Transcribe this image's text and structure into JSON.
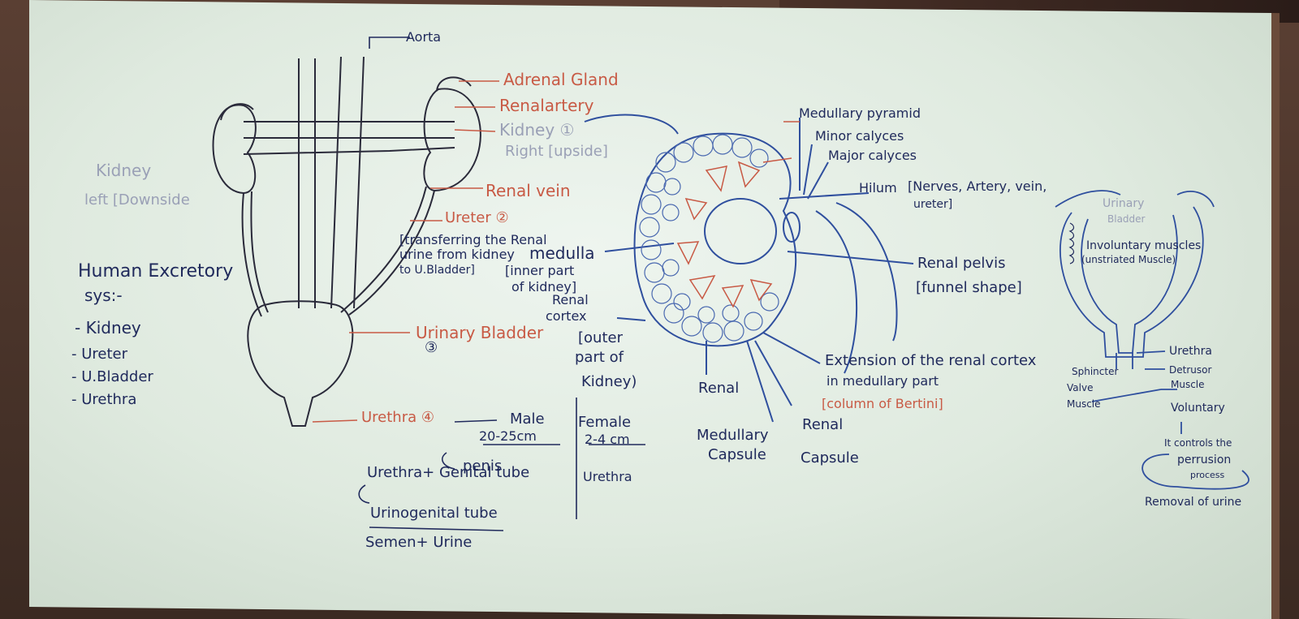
{
  "left_diagram": {
    "aorta": "Aorta",
    "adrenal_gland": "Adrenal Gland",
    "renal_artery": "Renalartery",
    "kidney_1": "Kidney ①",
    "kidney_right": "Right [upside]",
    "kidney_left_label": "Kidney",
    "kidney_left_sub": "left [Downside",
    "renal_vein": "Renal vein",
    "ureter": "Ureter ②",
    "ureter_note_1": "[transferring the Renal",
    "ureter_note_2": "urine from kidney",
    "ureter_note_3": "to U.Bladder]",
    "medulla": "medulla",
    "medulla_note_1": "[inner part",
    "medulla_note_2": "of kidney]",
    "urinary_bladder": "Urinary Bladder",
    "circle_3": "③",
    "renal_cortex_1": "Renal",
    "renal_cortex_2": "cortex",
    "cortex_note_1": "[outer",
    "cortex_note_2": "part of",
    "cortex_note_3": "Kidney)",
    "urethra": "Urethra ④",
    "male": "Male",
    "male_length": "20-25cm",
    "penis": "penis",
    "urethra_genital": "Urethra+ Genital tube",
    "urinogenital": "Urinogenital tube",
    "semen": "Semen+ Urine",
    "female": "Female",
    "female_length": "2-4 cm",
    "female_urethra": "Urethra"
  },
  "excretory_list": {
    "heading_1": "Human Excretory",
    "heading_2": "sys:-",
    "items": [
      "- Kidney",
      "- Ureter",
      "- U.Bladder",
      "- Urethra"
    ]
  },
  "kidney_section": {
    "medullary_pyramid": "Medullary pyramid",
    "minor_calyces": "Minor calyces",
    "major_calyces": "Major calyces",
    "hilum": "Hilum",
    "hilum_note_1": "[Nerves, Artery, vein,",
    "hilum_note_2": "ureter]",
    "renal_pelvis": "Renal pelvis",
    "funnel": "[funnel shape]",
    "extension_1": "Extension of the renal cortex",
    "extension_2": "in medullary part",
    "column": "[column of Bertini]",
    "renal_1": "Renal",
    "medullary_capsule_1": "Medullary",
    "medullary_capsule_2": "Capsule",
    "renal_capsule_1": "Renal",
    "renal_capsule_2": "Capsule"
  },
  "bladder_diagram": {
    "title_1": "Urinary",
    "title_2": "Bladder",
    "involuntary_1": "Involuntary muscles",
    "involuntary_2": "(unstriated Muscle)",
    "urethra": "Urethra",
    "sphincter_1": "Sphincter",
    "sphincter_2": "Valve",
    "sphincter_3": "Muscle",
    "detrusor_1": "Detrusor",
    "detrusor_2": "Muscle",
    "voluntary": "Voluntary",
    "controls_1": "It controls the",
    "controls_2": "perrusion",
    "controls_3": "process",
    "removal": "Removal of urine"
  },
  "colors": {
    "navy": "#202a5c",
    "blue": "#2f4f9e",
    "red": "#c85a45",
    "grey": "#9aa0b6",
    "board": "#e4eee4"
  }
}
